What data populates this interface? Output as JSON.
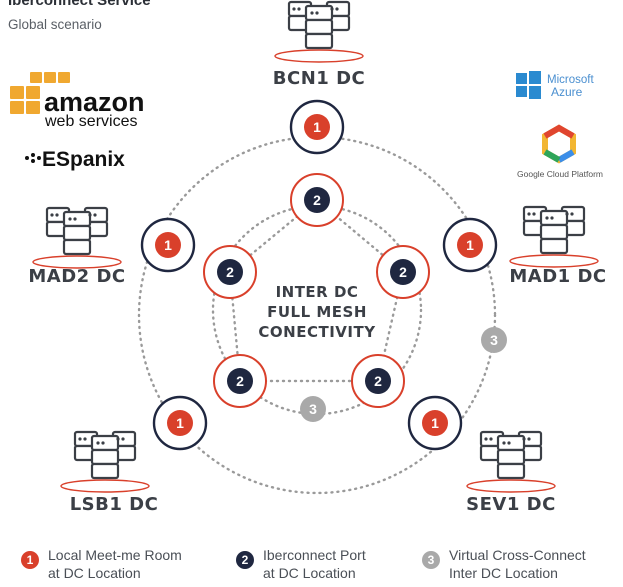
{
  "header": {
    "title": "Iberconnect Service",
    "subtitle": "Global scenario"
  },
  "datacenters": [
    {
      "id": "bcn1",
      "label": "BCN1 DC"
    },
    {
      "id": "mad2",
      "label": "MAD2 DC"
    },
    {
      "id": "mad1",
      "label": "MAD1 DC"
    },
    {
      "id": "lsb1",
      "label": "LSB1 DC"
    },
    {
      "id": "sev1",
      "label": "SEV1 DC"
    }
  ],
  "center": {
    "line1": "INTER  DC",
    "line2": "FULL MESH",
    "line3": "CONECTIVITY"
  },
  "badges": {
    "meetme": "1",
    "port": "2",
    "virtual": "3"
  },
  "logos": {
    "amazon_line1": "amazon",
    "amazon_line2": "web services",
    "espanix": "ESpanix",
    "azure_line1": "Microsoft",
    "azure_line2": "Azure",
    "google": "Google Cloud Platform"
  },
  "legend": [
    {
      "number": "1",
      "line1": "Local Meet-me Room",
      "line2": "at DC Location"
    },
    {
      "number": "2",
      "line1": "Iberconnect Port",
      "line2": "at DC Location"
    },
    {
      "number": "3",
      "line1": "Virtual Cross-Connect",
      "line2": "Inter DC Location"
    }
  ],
  "colors": {
    "red": "#d9402b",
    "navy": "#1f2740",
    "gray": "#a9a9a9",
    "dots": "#9a9a9a",
    "text": "#3b3f46"
  }
}
